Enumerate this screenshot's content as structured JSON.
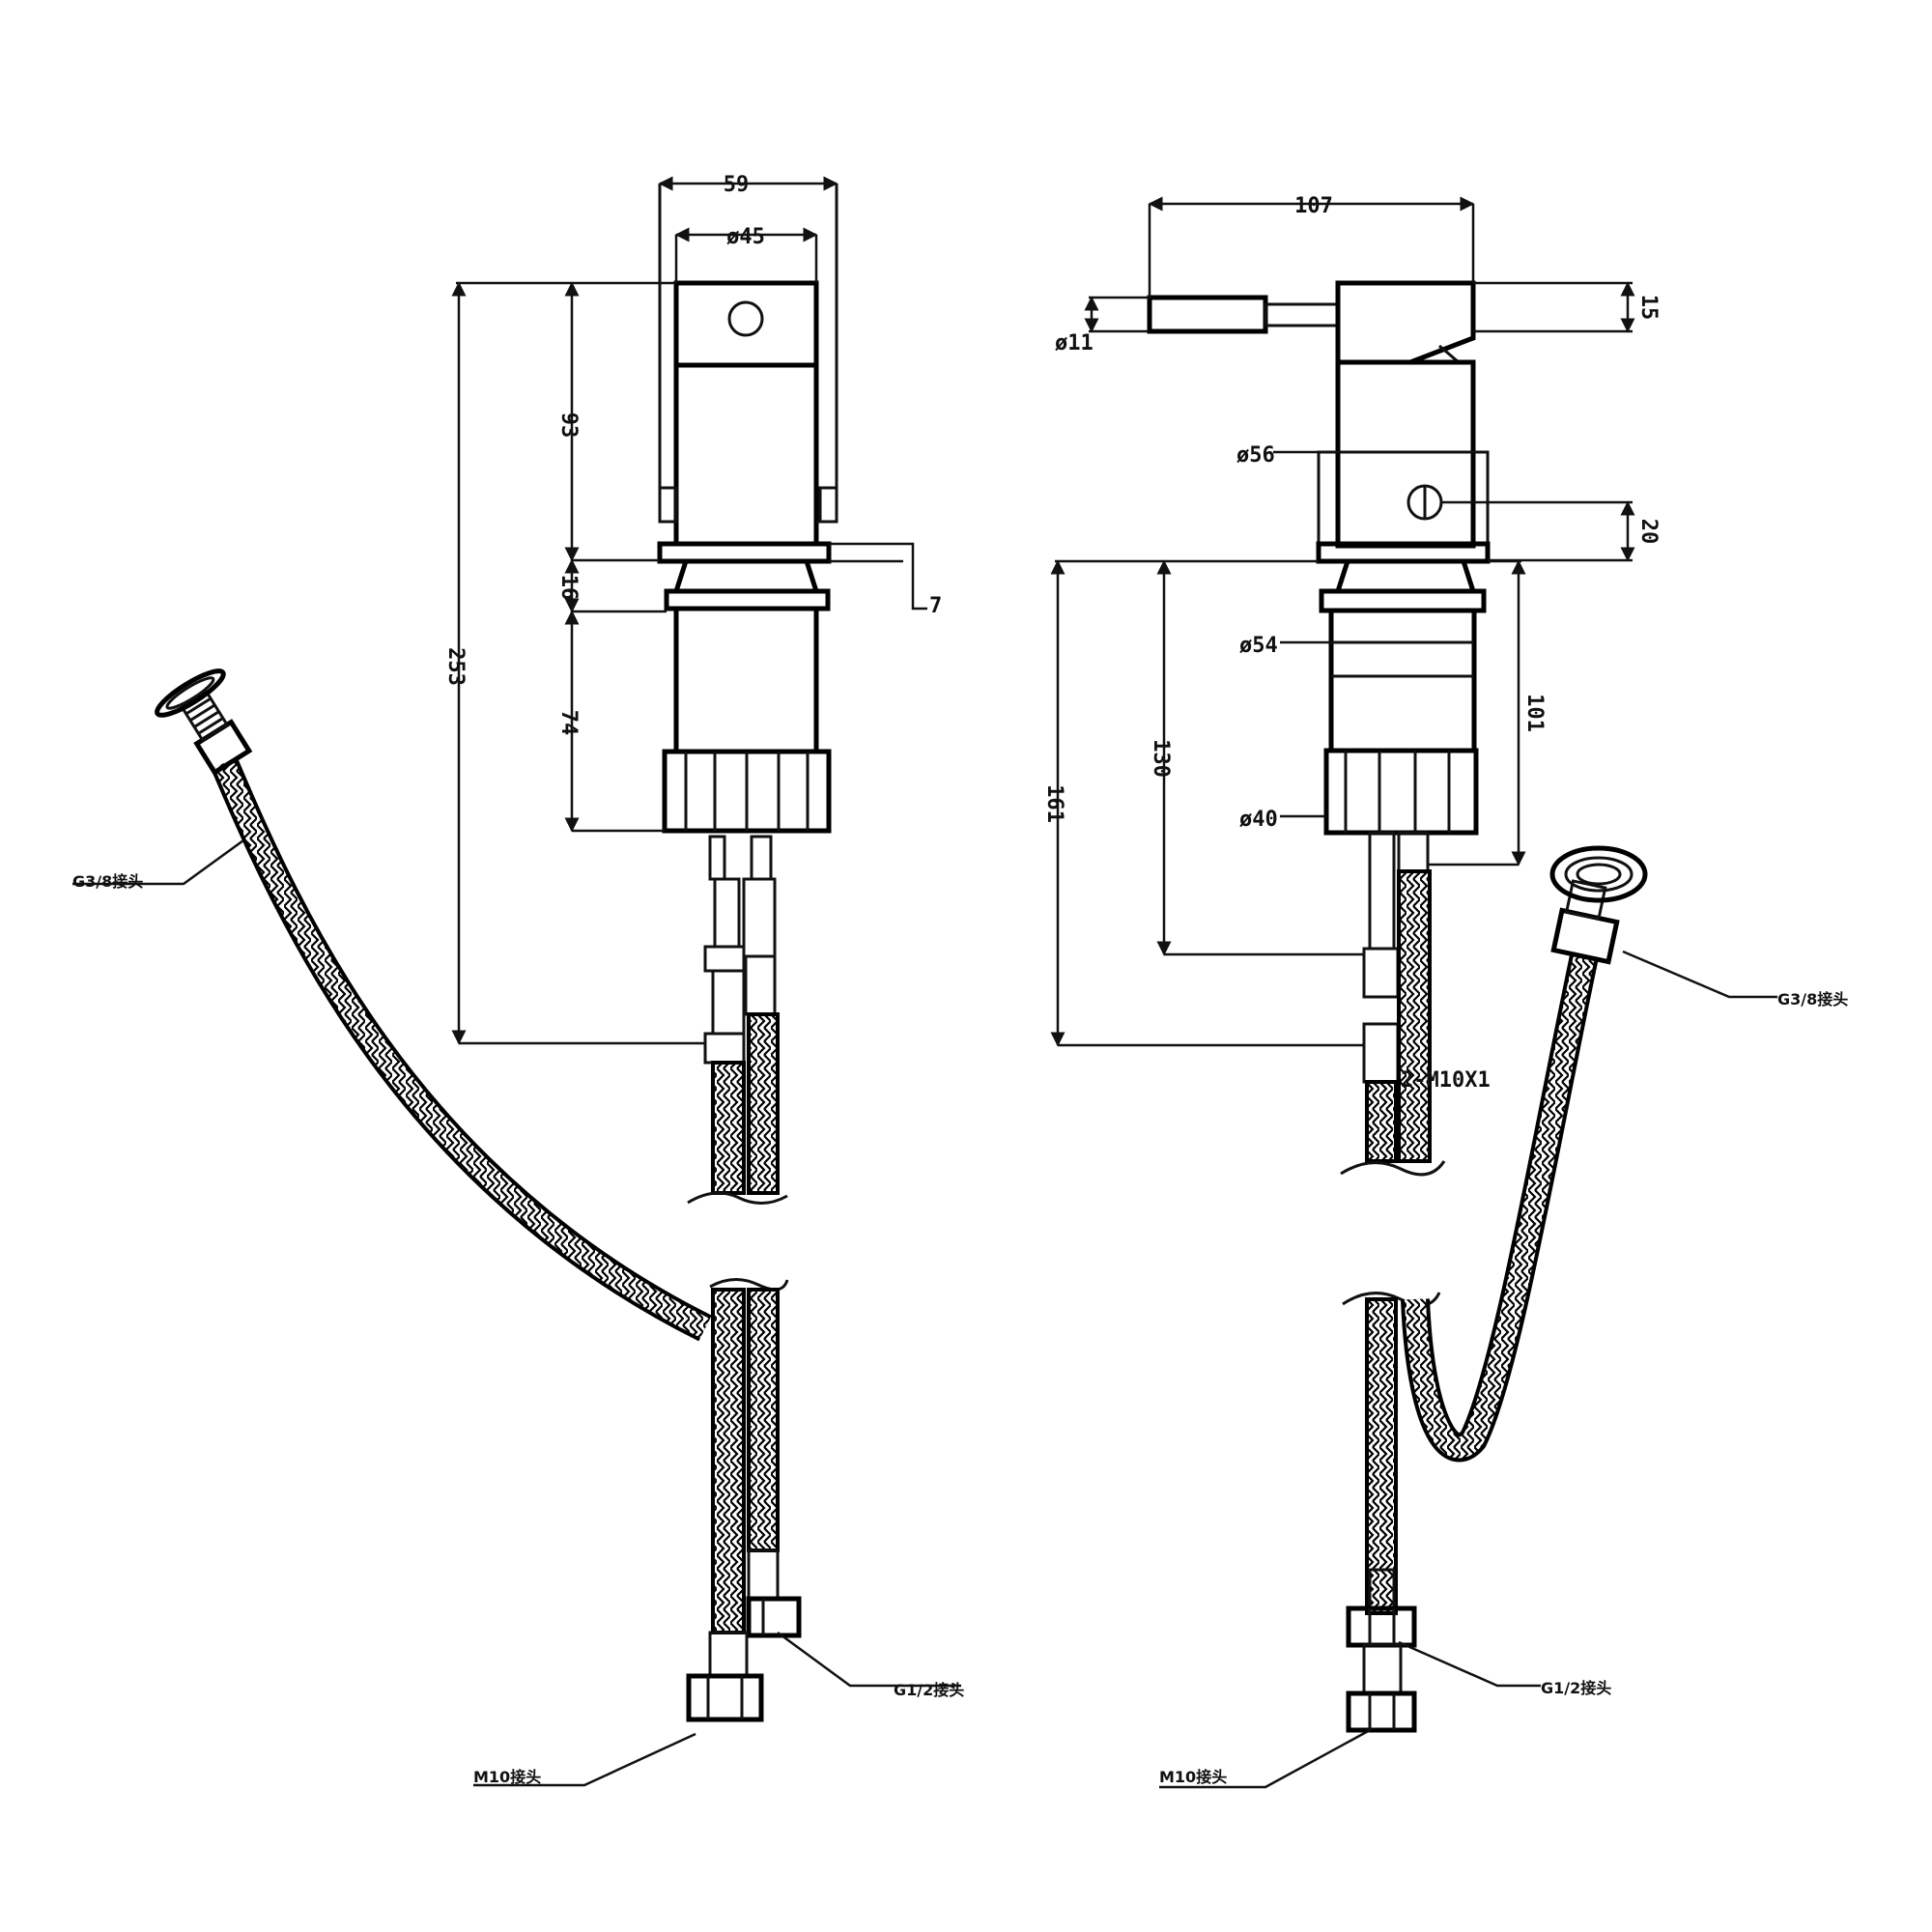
{
  "left_view": {
    "dimensions": {
      "width_outer": "59",
      "width_handle": "ø45",
      "height_lever": "93",
      "height_flange": "16",
      "height_base": "74",
      "height_total": "253",
      "offset": "7"
    },
    "callouts": {
      "top_hose_end": "G3/8接头",
      "hose_nut_right": "G1/2接头",
      "hose_nut_bottom": "M10接头"
    }
  },
  "right_view": {
    "dimensions": {
      "width_lever": "107",
      "lever_dia": "ø11",
      "lever_thickness": "15",
      "body_dia": "ø56",
      "knob_height": "20",
      "flange_dia": "ø54",
      "nut_dia": "ø40",
      "height_130": "130",
      "height_101": "101",
      "height_161": "161",
      "thread": "2-M10X1"
    },
    "callouts": {
      "top_hose_end": "G3/8接头",
      "hose_nut_right": "G1/2接头",
      "hose_nut_bottom": "M10接头"
    }
  }
}
